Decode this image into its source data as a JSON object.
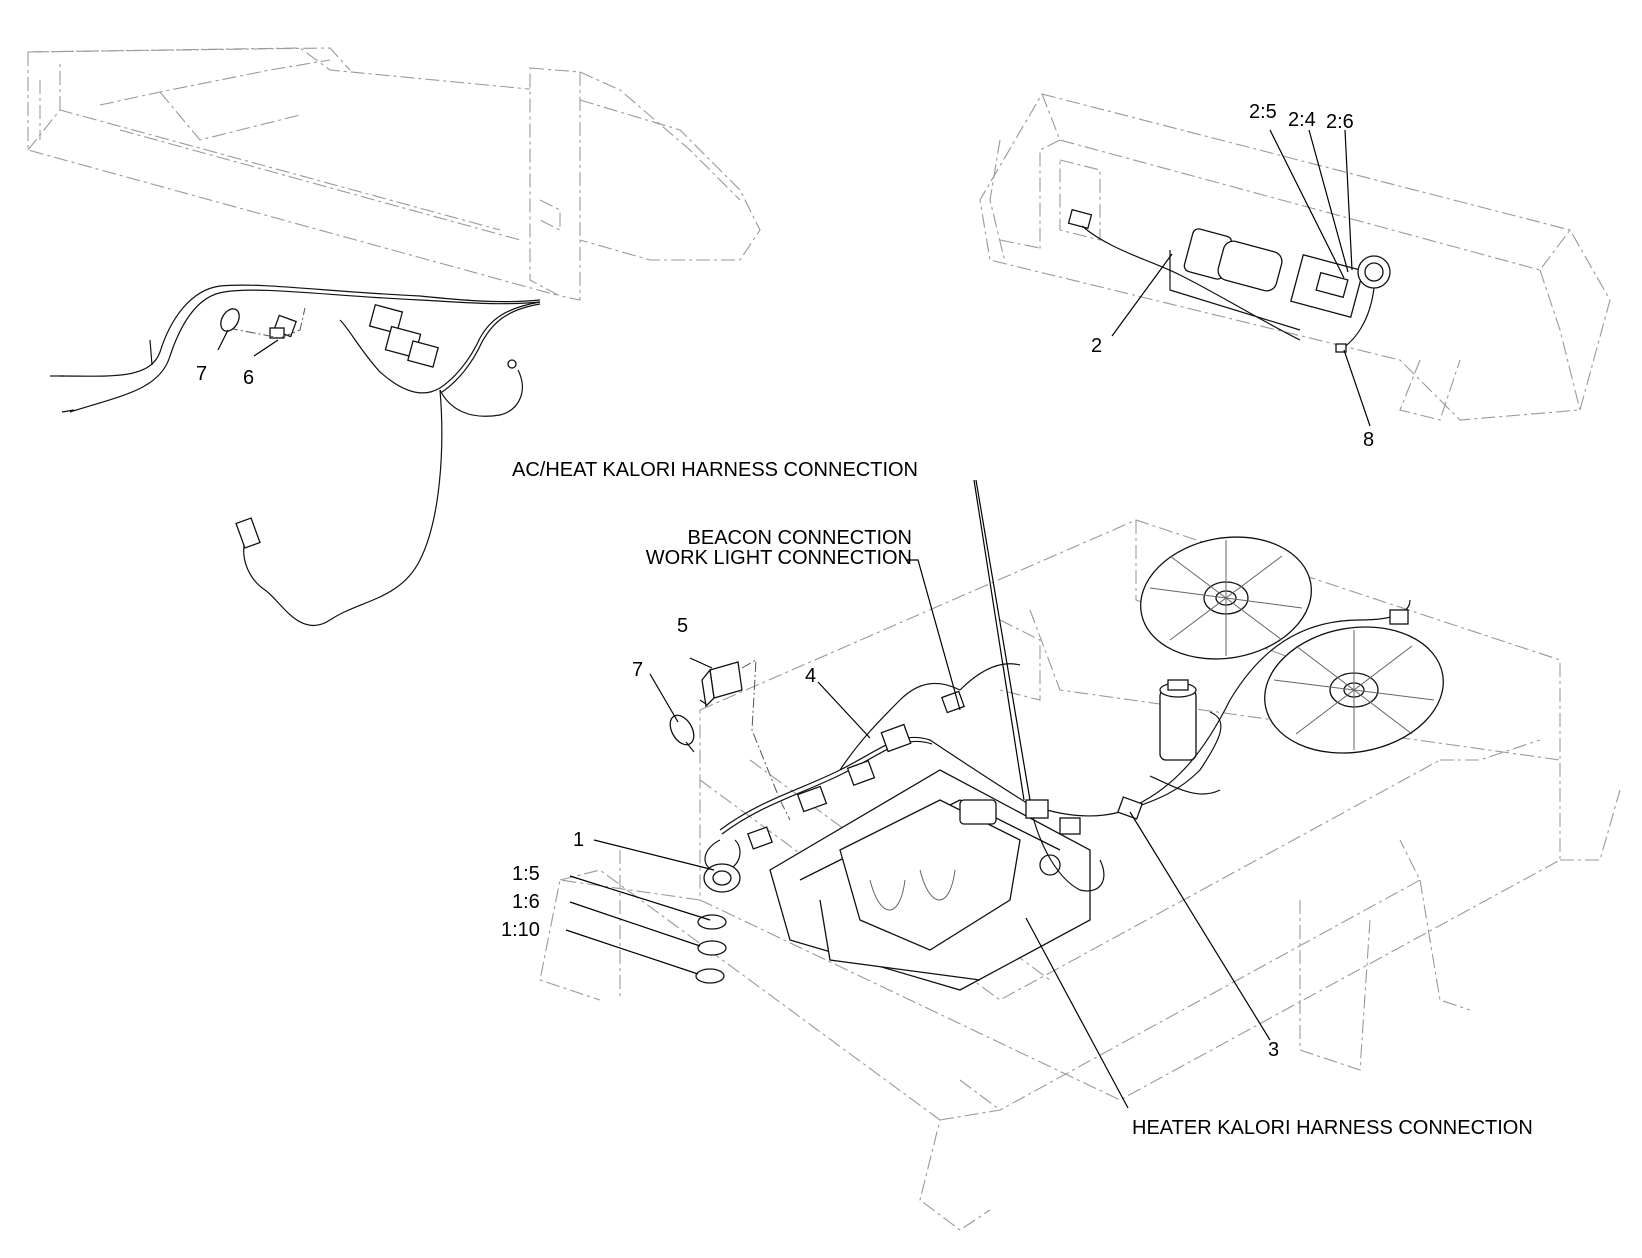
{
  "callouts": {
    "c1": "1",
    "c1_5": "1:5",
    "c1_6": "1:6",
    "c1_10": "1:10",
    "c2": "2",
    "c2_4": "2:4",
    "c2_5": "2:5",
    "c2_6": "2:6",
    "c3": "3",
    "c4": "4",
    "c5": "5",
    "c6": "6",
    "c7a": "7",
    "c7b": "7",
    "c8": "8"
  },
  "notes": {
    "ac_heat": "AC/HEAT KALORI HARNESS CONNECTION",
    "beacon": "BEACON CONNECTION",
    "work_light": "WORK LIGHT CONNECTION",
    "heater": "HEATER KALORI HARNESS CONNECTION"
  }
}
